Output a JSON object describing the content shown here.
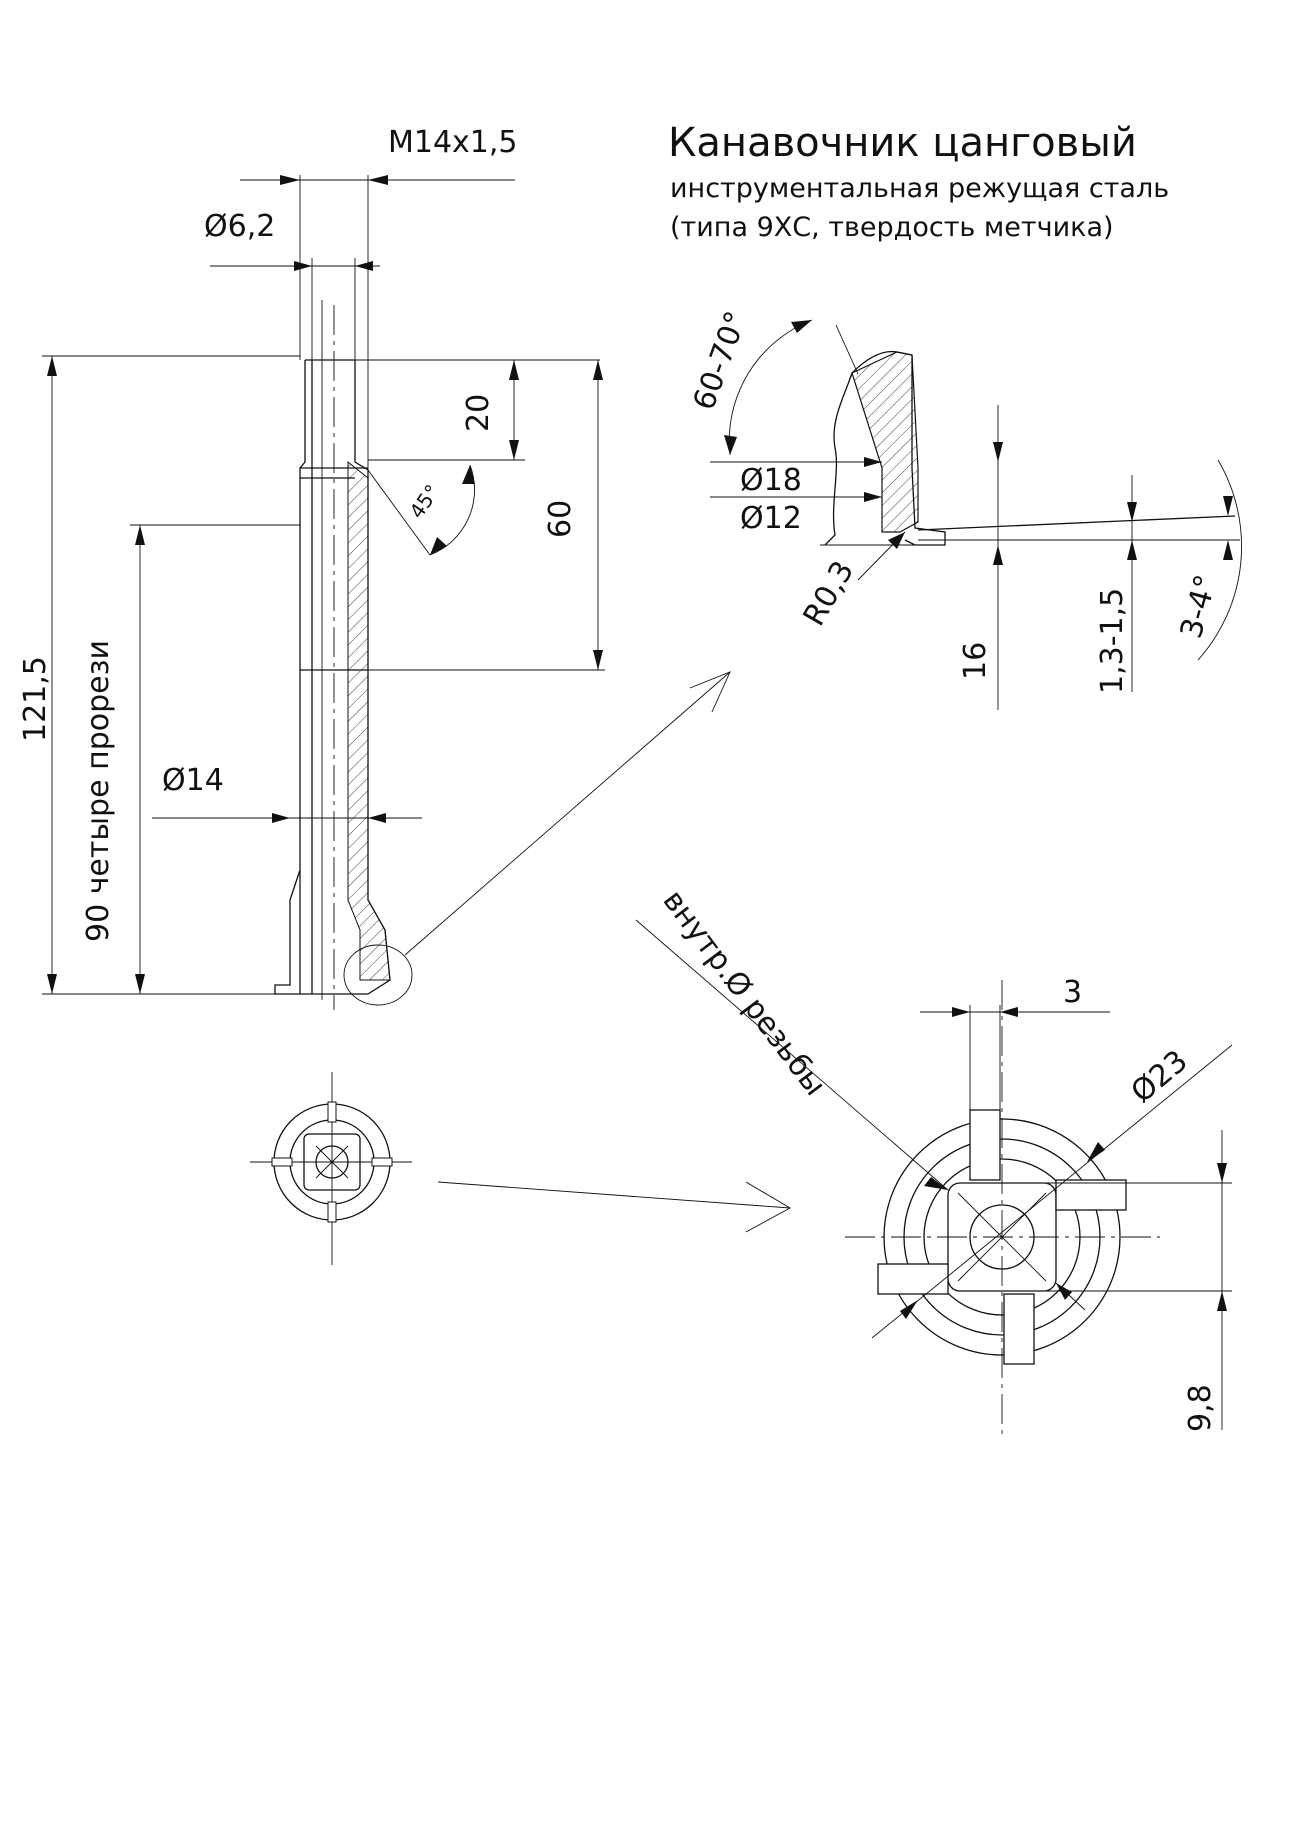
{
  "title": "Канавочник цанговый",
  "subtitle1": "инструментальная режущая сталь",
  "subtitle2": "(типа 9ХС, твердость метчика)",
  "dims": {
    "thread": "М14х1,5",
    "d62": "Ø6,2",
    "l20": "20",
    "angle45": "45°",
    "l60": "60",
    "l1215": "121,5",
    "slots": "90  четыре прорези",
    "d14": "Ø14",
    "angle6070": "60-70°",
    "d18": "Ø18",
    "d12": "Ø12",
    "r03": "R0,3",
    "l16": "16",
    "l1315": "1,3-1,5",
    "angle34": "3-4°",
    "threadInner": "внутр.Ø резьбы",
    "w3": "3",
    "d23": "Ø23",
    "l98": "9,8"
  }
}
